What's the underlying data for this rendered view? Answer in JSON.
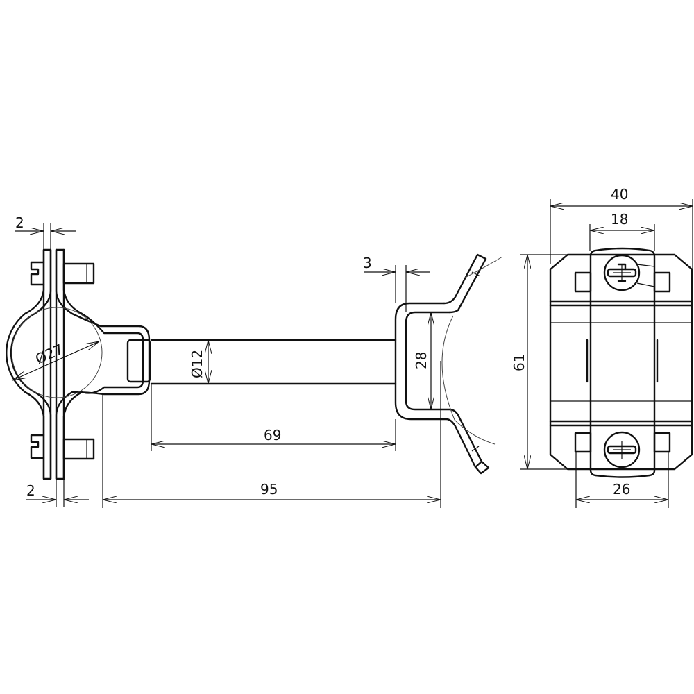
{
  "drawing": {
    "side_view": {
      "clamp_thickness_top": "2",
      "clamp_thickness_bottom": "2",
      "pipe_diameter": "Ø27",
      "rod_diameter": "Ø12",
      "rod_length": "69",
      "overall_length": "95",
      "bracket_thickness": "3",
      "bracket_inner_width": "28"
    },
    "front_view": {
      "overall_width": "40",
      "strap_width": "18",
      "height": "61",
      "slot_spacing": "26"
    }
  }
}
